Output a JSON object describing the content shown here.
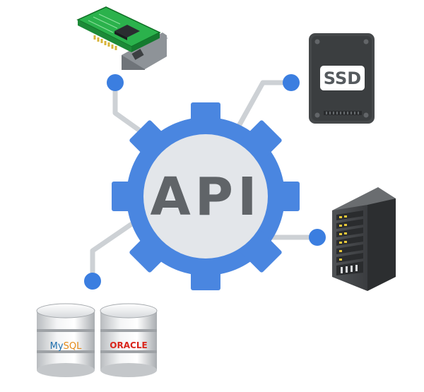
{
  "center": {
    "label": "API"
  },
  "nodes": {
    "ssd_label": "SSD",
    "mysql_label_my": "My",
    "mysql_label_sql": "SQL",
    "oracle_label": "ORACLE"
  },
  "colors": {
    "gear": "#4a86e0",
    "gear_center": "#e3e6ea",
    "connector_line": "#cdd1d5",
    "connector_dot": "#3b7ee0",
    "api_text": "#606468",
    "ssd_body": "#45484a",
    "server_body": "#3f4245",
    "nic_board": "#2bb24c"
  }
}
